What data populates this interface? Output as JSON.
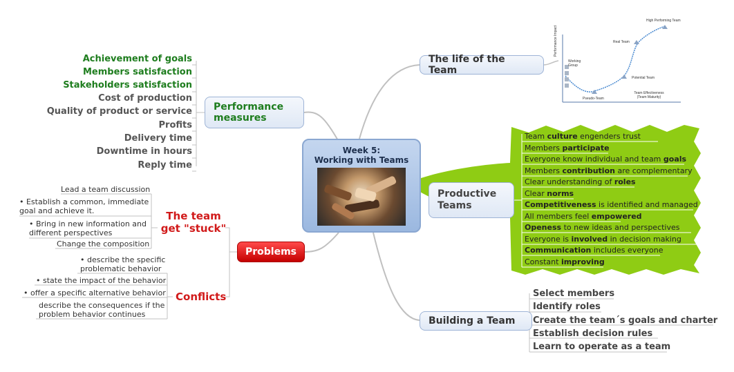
{
  "central": {
    "title": "Week 5:\nWorking with Teams",
    "photo_icon": "teamwork-hands-photo"
  },
  "life": {
    "title": "The life of the Team",
    "graph": {
      "y_label": "Performance Impact",
      "x_label": "Team Effectiveness\n(Team Maturity)",
      "stages": [
        "Working Group",
        "Pseudo-Team",
        "Potential Team",
        "Real Team",
        "High Performing Team"
      ]
    }
  },
  "performance": {
    "title": "Performance\nmeasures",
    "items": [
      {
        "label": "Achievement of goals",
        "color": "#1e7d1e"
      },
      {
        "label": "Members satisfaction",
        "color": "#1e7d1e"
      },
      {
        "label": "Stakeholders satisfaction",
        "color": "#1e7d1e"
      },
      {
        "label": "Cost of production",
        "color": "#555555"
      },
      {
        "label": "Quality of product or service",
        "color": "#555555"
      },
      {
        "label": "Profits",
        "color": "#555555"
      },
      {
        "label": "Delivery time",
        "color": "#555555"
      },
      {
        "label": "Downtime in hours",
        "color": "#555555"
      },
      {
        "label": "Reply time",
        "color": "#555555"
      }
    ]
  },
  "productive": {
    "title": "Productive\nTeams",
    "items": [
      [
        "Team ",
        "culture",
        " engenders trust"
      ],
      [
        "Members ",
        "participate",
        ""
      ],
      [
        "Everyone know individual and team ",
        "goals",
        ""
      ],
      [
        "Members ",
        "contribution",
        " are complementary"
      ],
      [
        "Clear understanding of ",
        "roles",
        ""
      ],
      [
        "Clear ",
        "norms",
        ""
      ],
      [
        "",
        "Competitiveness",
        " is identified and managed"
      ],
      [
        "All members feel ",
        "empowered",
        ""
      ],
      [
        "",
        "Openess",
        " to new ideas and perspectives"
      ],
      [
        "Everyone is ",
        "involved",
        " in decision making"
      ],
      [
        "",
        "Communication",
        " includes everyone"
      ],
      [
        "Constant ",
        "improving",
        ""
      ]
    ]
  },
  "problems": {
    "title": "Problems",
    "stuck": {
      "title": "The team\nget \"stuck\"",
      "items": [
        {
          "text": "Lead a team discussion",
          "bullet": false
        },
        {
          "text": "Establish a common, immediate goal and achieve it.",
          "bullet": true
        },
        {
          "text": "Bring in new information and different perspectives",
          "bullet": true
        },
        {
          "text": "Change the composition",
          "bullet": false
        }
      ]
    },
    "conflicts": {
      "title": "Conflicts",
      "items": [
        {
          "text": "describe the specific problematic behavior",
          "bullet": true
        },
        {
          "text": "state the impact of the behavior",
          "bullet": true
        },
        {
          "text": "offer a specific alternative behavior",
          "bullet": true
        },
        {
          "text": "describe the consequences if the problem behavior continues",
          "bullet": false
        }
      ]
    }
  },
  "building": {
    "title": "Building a Team",
    "items": [
      "Select members",
      "Identify roles",
      "Create the team´s goals and charter",
      "Establish decision rules",
      "Learn to operate as a team"
    ]
  },
  "colors": {
    "green_cloud": "#8fcc14",
    "problems_red": "#d11a1a",
    "topic_border": "#9db3d6"
  }
}
